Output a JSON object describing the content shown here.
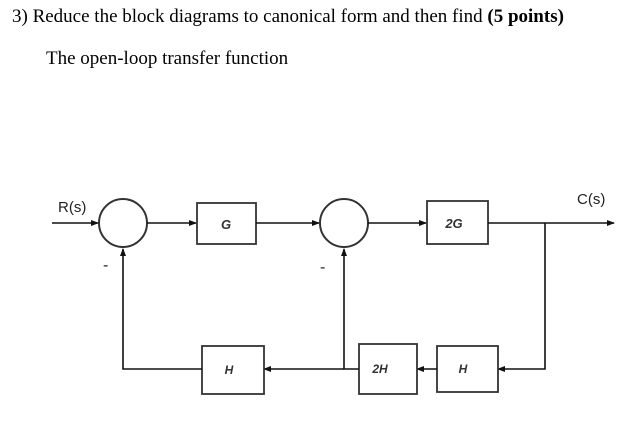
{
  "question": {
    "prefix": "3) Reduce the block diagrams to canonical form and then find ",
    "points": "(5 points)",
    "subline": "The open-loop transfer function"
  },
  "diagram": {
    "input_label": "R(s)",
    "output_label": "C(s)",
    "blocks": {
      "g": "G",
      "two_g": "2G",
      "h_left": "H",
      "two_h": "2H",
      "h_right": "H"
    },
    "signs": {
      "sum1_feedback": "-",
      "sum2_feedback": "-"
    }
  }
}
